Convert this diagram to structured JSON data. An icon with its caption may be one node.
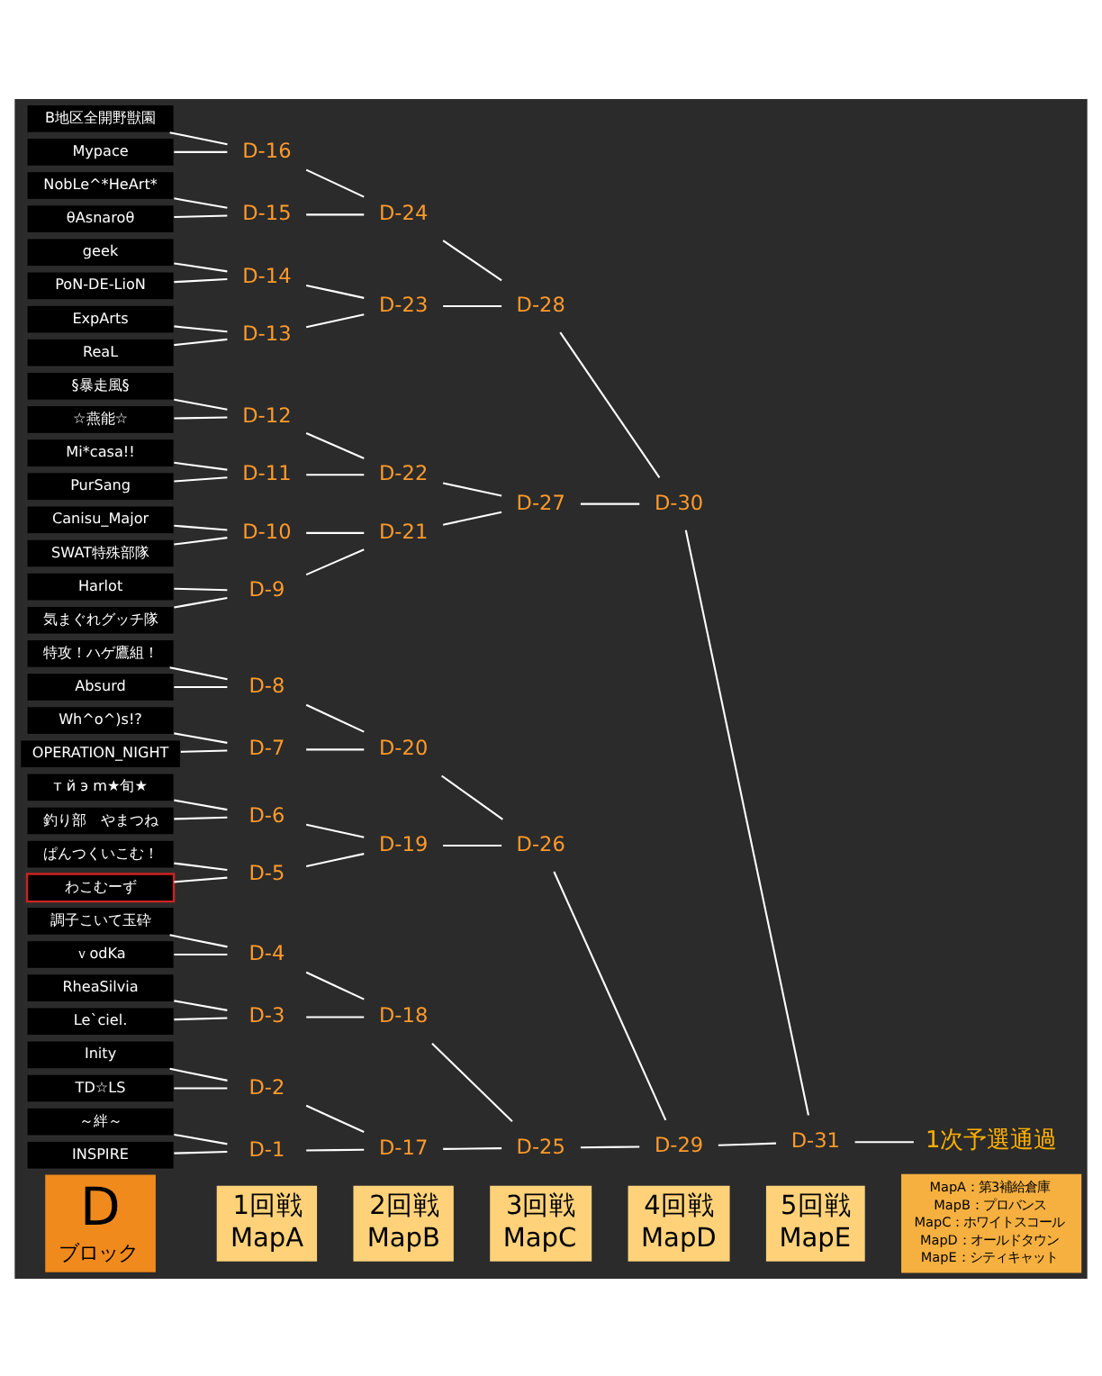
{
  "diagram": {
    "nodes": [
      {
        "text": [
          "INSPIRE"
        ]
      },
      {
        "text": [
          "～絆～"
        ]
      },
      {
        "text": [
          "TD☆LS"
        ]
      },
      {
        "text": [
          "Inity"
        ]
      },
      {
        "text": [
          "Le`ciel."
        ]
      },
      {
        "text": [
          "RheaSilvia"
        ]
      },
      {
        "text": [
          "ｖodKa"
        ]
      },
      {
        "text": [
          "調子こいて玉砕"
        ]
      },
      {
        "text": [
          "わこむーず"
        ]
      },
      {
        "text": [
          "ぱんつくいこむ！"
        ]
      },
      {
        "text": [
          "釣り部　やまつね"
        ]
      },
      {
        "text": [
          "т й э m★旬★"
        ]
      },
      {
        "text": [
          "OPERATION_NIGHT"
        ]
      },
      {
        "text": [
          "Wh^o^)s!?"
        ]
      },
      {
        "text": [
          "Absurd"
        ]
      },
      {
        "text": [
          "特攻！ハゲ鷹組！"
        ]
      },
      {
        "text": [
          "気まぐれグッチ隊"
        ]
      },
      {
        "text": [
          "Harlot"
        ]
      },
      {
        "text": [
          "SWAT特殊部隊"
        ]
      },
      {
        "text": [
          "Canisu_Major"
        ]
      },
      {
        "text": [
          "PurSang"
        ]
      },
      {
        "text": [
          "Mi*casa!!"
        ]
      },
      {
        "text": [
          "☆燕能☆"
        ]
      },
      {
        "text": [
          "§暴走風§"
        ]
      },
      {
        "text": [
          "ReaL"
        ]
      },
      {
        "text": [
          "ExpArts"
        ]
      },
      {
        "text": [
          "PoN-DE-LioN"
        ]
      },
      {
        "text": [
          "geek"
        ]
      },
      {
        "text": [
          "θAsnaroθ"
        ]
      },
      {
        "text": [
          "NobLe^*HeArt*"
        ]
      },
      {
        "text": [
          "Mypace"
        ]
      },
      {
        "text": [
          "B地区全開野獣園"
        ]
      },
      {
        "text": [
          "D-1"
        ]
      },
      {
        "text": [
          "D-2"
        ]
      },
      {
        "text": [
          "D-3"
        ]
      },
      {
        "text": [
          "D-4"
        ]
      },
      {
        "text": [
          "D-5"
        ]
      },
      {
        "text": [
          "D-6"
        ]
      },
      {
        "text": [
          "D-7"
        ]
      },
      {
        "text": [
          "D-8"
        ]
      },
      {
        "text": [
          "D-9"
        ]
      },
      {
        "text": [
          "D-10"
        ]
      },
      {
        "text": [
          "D-11"
        ]
      },
      {
        "text": [
          "D-12"
        ]
      },
      {
        "text": [
          "D-13"
        ]
      },
      {
        "text": [
          "D-14"
        ]
      },
      {
        "text": [
          "D-15"
        ]
      },
      {
        "text": [
          "D-16"
        ]
      },
      {
        "text": [
          "D-17"
        ]
      },
      {
        "text": [
          "D-18"
        ]
      },
      {
        "text": [
          "D-19"
        ]
      },
      {
        "text": [
          "D-20"
        ]
      },
      {
        "text": [
          "D-21"
        ]
      },
      {
        "text": [
          "D-22"
        ]
      },
      {
        "text": [
          "D-23"
        ]
      },
      {
        "text": [
          "D-24"
        ]
      },
      {
        "text": [
          "D-25"
        ]
      },
      {
        "text": [
          "D-26"
        ]
      },
      {
        "text": [
          "D-27"
        ]
      },
      {
        "text": [
          "D-28"
        ]
      },
      {
        "text": [
          "D-29"
        ]
      },
      {
        "text": [
          "D-30"
        ]
      },
      {
        "text": [
          "D-31"
        ]
      },
      {
        "text": [
          "1次予選通過"
        ]
      }
    ],
    "edges": [
      {
        "from": 0,
        "to": 32,
        "arrow": "none"
      },
      {
        "from": 1,
        "to": 32,
        "arrow": "none"
      },
      {
        "from": 2,
        "to": 33,
        "arrow": "none"
      },
      {
        "from": 3,
        "to": 33,
        "arrow": "none"
      },
      {
        "from": 4,
        "to": 34,
        "arrow": "none"
      },
      {
        "from": 5,
        "to": 34,
        "arrow": "none"
      },
      {
        "from": 6,
        "to": 35,
        "arrow": "none"
      },
      {
        "from": 7,
        "to": 35,
        "arrow": "none"
      },
      {
        "from": 8,
        "to": 36,
        "arrow": "none"
      },
      {
        "from": 9,
        "to": 36,
        "arrow": "none"
      },
      {
        "from": 10,
        "to": 37,
        "arrow": "none"
      },
      {
        "from": 11,
        "to": 37,
        "arrow": "none"
      },
      {
        "from": 12,
        "to": 38,
        "arrow": "none"
      },
      {
        "from": 13,
        "to": 38,
        "arrow": "none"
      },
      {
        "from": 14,
        "to": 39,
        "arrow": "none"
      },
      {
        "from": 15,
        "to": 39,
        "arrow": "none"
      },
      {
        "from": 16,
        "to": 40,
        "arrow": "none"
      },
      {
        "from": 17,
        "to": 40,
        "arrow": "none"
      },
      {
        "from": 18,
        "to": 41,
        "arrow": "none"
      },
      {
        "from": 19,
        "to": 41,
        "arrow": "none"
      },
      {
        "from": 20,
        "to": 42,
        "arrow": "none"
      },
      {
        "from": 21,
        "to": 42,
        "arrow": "none"
      },
      {
        "from": 22,
        "to": 43,
        "arrow": "none"
      },
      {
        "from": 23,
        "to": 43,
        "arrow": "none"
      },
      {
        "from": 24,
        "to": 44,
        "arrow": "none"
      },
      {
        "from": 25,
        "to": 44,
        "arrow": "none"
      },
      {
        "from": 26,
        "to": 45,
        "arrow": "none"
      },
      {
        "from": 27,
        "to": 45,
        "arrow": "none"
      },
      {
        "from": 28,
        "to": 46,
        "arrow": "none"
      },
      {
        "from": 29,
        "to": 46,
        "arrow": "none"
      },
      {
        "from": 30,
        "to": 47,
        "arrow": "none"
      },
      {
        "from": 31,
        "to": 47,
        "arrow": "none"
      },
      {
        "from": 32,
        "to": 48,
        "arrow": "none"
      },
      {
        "from": 33,
        "to": 48,
        "arrow": "none"
      },
      {
        "from": 34,
        "to": 49,
        "arrow": "none"
      },
      {
        "from": 35,
        "to": 49,
        "arrow": "none"
      },
      {
        "from": 36,
        "to": 50,
        "arrow": "none"
      },
      {
        "from": 37,
        "to": 50,
        "arrow": "none"
      },
      {
        "from": 38,
        "to": 51,
        "arrow": "none"
      },
      {
        "from": 39,
        "to": 51,
        "arrow": "none"
      },
      {
        "from": 40,
        "to": 52,
        "arrow": "none"
      },
      {
        "from": 41,
        "to": 52,
        "arrow": "none"
      },
      {
        "from": 42,
        "to": 53,
        "arrow": "none"
      },
      {
        "from": 43,
        "to": 53,
        "arrow": "none"
      },
      {
        "from": 44,
        "to": 54,
        "arrow": "none"
      },
      {
        "from": 45,
        "to": 54,
        "arrow": "none"
      },
      {
        "from": 46,
        "to": 55,
        "arrow": "none"
      },
      {
        "from": 47,
        "to": 55,
        "arrow": "none"
      },
      {
        "from": 48,
        "to": 56,
        "arrow": "none"
      },
      {
        "from": 49,
        "to": 56,
        "arrow": "none"
      },
      {
        "from": 50,
        "to": 57,
        "arrow": "none"
      },
      {
        "from": 51,
        "to": 57,
        "arrow": "none"
      },
      {
        "from": 52,
        "to": 58,
        "arrow": "none"
      },
      {
        "from": 53,
        "to": 58,
        "arrow": "none"
      },
      {
        "from": 54,
        "to": 59,
        "arrow": "none"
      },
      {
        "from": 55,
        "to": 59,
        "arrow": "none"
      },
      {
        "from": 56,
        "to": 60,
        "arrow": "none"
      },
      {
        "from": 57,
        "to": 60,
        "arrow": "none"
      },
      {
        "from": 58,
        "to": 61,
        "arrow": "none"
      },
      {
        "from": 59,
        "to": 61,
        "arrow": "none"
      },
      {
        "from": 60,
        "to": 62,
        "arrow": "none"
      },
      {
        "from": 61,
        "to": 62,
        "arrow": "none"
      },
      {
        "from": 62,
        "to": 63,
        "arrow": "none"
      }
    ],
    "labels": [
      "D",
      "ブロック",
      "1回戦",
      "MapA",
      "2回戦",
      "MapB",
      "3回戦",
      "MapC",
      "4回戦",
      "MapD",
      "5回戦",
      "MapE",
      "MapA：第3補給倉庫",
      "MapB：プロバンス",
      "MapC：ホワイトスコール",
      "MapD：オールドタウン",
      "MapE：シティキャット"
    ]
  }
}
